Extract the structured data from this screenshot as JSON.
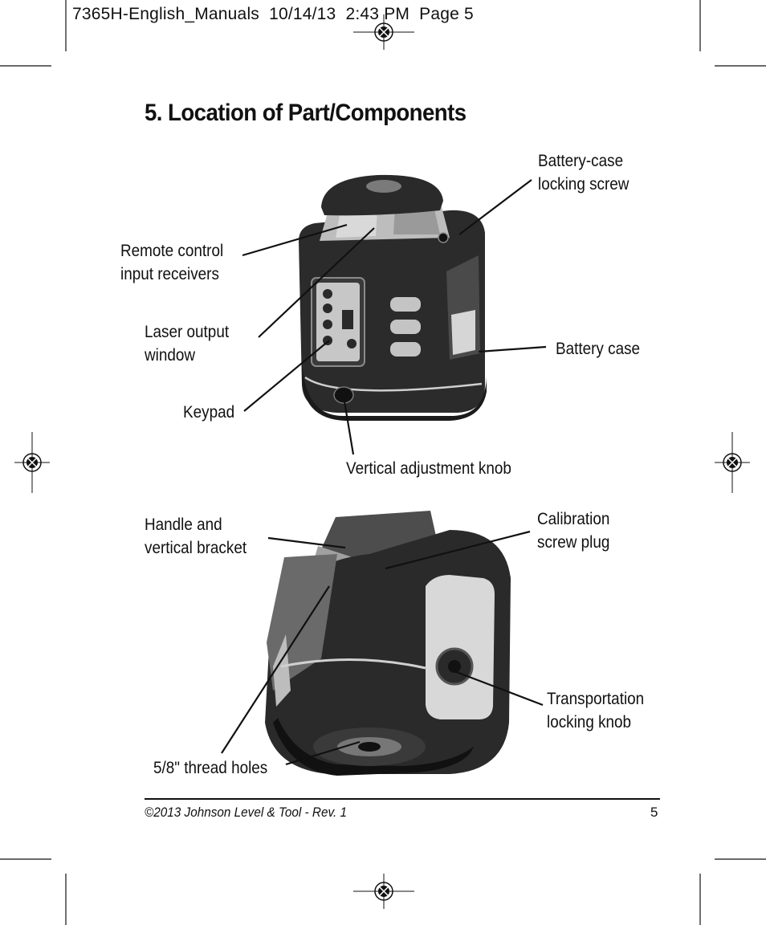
{
  "slug": "7365H-English_Manuals  10/14/13  2:43 PM  Page 5",
  "title": "5. Location of Part/Components",
  "labels": {
    "battery_screw": [
      "Battery-case",
      "locking screw"
    ],
    "remote": [
      "Remote control",
      "input receivers"
    ],
    "laser_window": [
      "Laser output",
      "window"
    ],
    "battery_case": "Battery case",
    "keypad": "Keypad",
    "vertical_knob": "Vertical adjustment knob",
    "handle": [
      "Handle and",
      "vertical bracket"
    ],
    "calibration": [
      "Calibration",
      "screw plug"
    ],
    "transport": [
      "Transportation",
      "locking knob"
    ],
    "thread_holes": "5/8\" thread holes"
  },
  "footer": {
    "copyright": "©2013 Johnson Level & Tool - Rev. 1",
    "page_number": "5"
  },
  "colors": {
    "ink": "#111111",
    "device_dark": "#2a2a2a",
    "device_mid": "#555555",
    "device_light": "#bdbdbd"
  }
}
